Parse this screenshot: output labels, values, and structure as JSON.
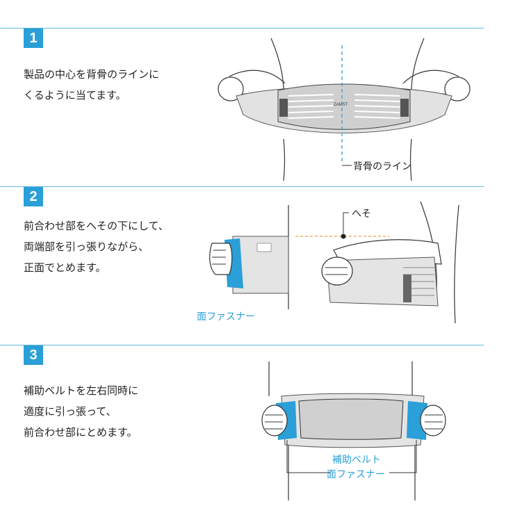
{
  "steps": [
    {
      "number": "1",
      "lines": [
        "製品の中心を背骨のラインに",
        "くるように当てます。"
      ],
      "labels": {
        "spine_line": "背骨のライン"
      }
    },
    {
      "number": "2",
      "lines": [
        "前合わせ部をへその下にして、",
        "両端部を引っ張りながら、",
        "正面でとめます。"
      ],
      "labels": {
        "navel": "へそ",
        "hook_fastener": "面ファスナー"
      }
    },
    {
      "number": "3",
      "lines": [
        "補助ベルトを左右同時に",
        "適度に引っ張って、",
        "前合わせ部にとめます。"
      ],
      "labels": {
        "aux_belt": "補助ベルト",
        "hook_fastener": "面ファスナー"
      }
    }
  ],
  "brand_mark": "ZAMST",
  "colors": {
    "accent": "#2a9fd8",
    "guide_orange": "#e8a040",
    "belt_gray": "#d9d9d9"
  }
}
